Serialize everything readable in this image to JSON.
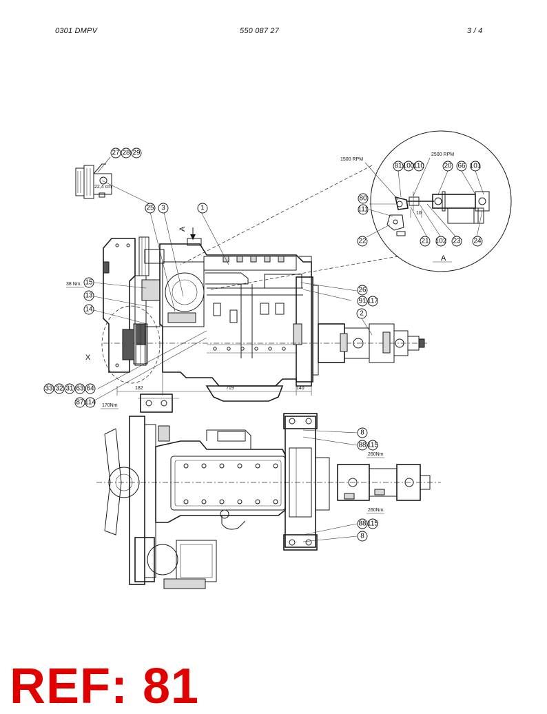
{
  "header": {
    "left": "0301 DMPV",
    "center": "550 087 27",
    "page": "3 /   4"
  },
  "reference": {
    "label": "REF: 81",
    "color": "#e00000"
  },
  "callouts": {
    "c27": "27",
    "c28": "28",
    "c29": "29",
    "c25": "25",
    "c3": "3",
    "c1": "1",
    "c15": "15",
    "c13": "13",
    "c14": "14",
    "c26": "26",
    "c91": "91",
    "c117": "117",
    "c2": "2",
    "c33": "33",
    "c32": "32",
    "c31": "31",
    "c63": "63",
    "c64": "64",
    "c87": "87",
    "c114": "114",
    "c8a": "8",
    "c88a": "88",
    "c115a": "115",
    "c88b": "88",
    "c115b": "115",
    "c8b": "8",
    "c81": "81",
    "c100": "100",
    "c110": "110",
    "c20": "20",
    "c66": "66",
    "c101": "101",
    "c80": "80",
    "c111": "111",
    "c22": "22",
    "c21": "21",
    "c102": "102",
    "c23": "23",
    "c24": "24"
  },
  "annotations": {
    "torque_38": "38 Nm",
    "torque_170": "170Nm",
    "torque_260a": "260Nm",
    "torque_260b": "260Nm",
    "rpm_1500": "1500 RPM",
    "rpm_2500": "2500 RPM",
    "detail_a": "A",
    "view_a": "A",
    "detail_x": "X",
    "dim_182": "182",
    "dim_719": "719",
    "dim_140": "140",
    "dim_10": "10",
    "belt_note": "22,4 cm"
  }
}
